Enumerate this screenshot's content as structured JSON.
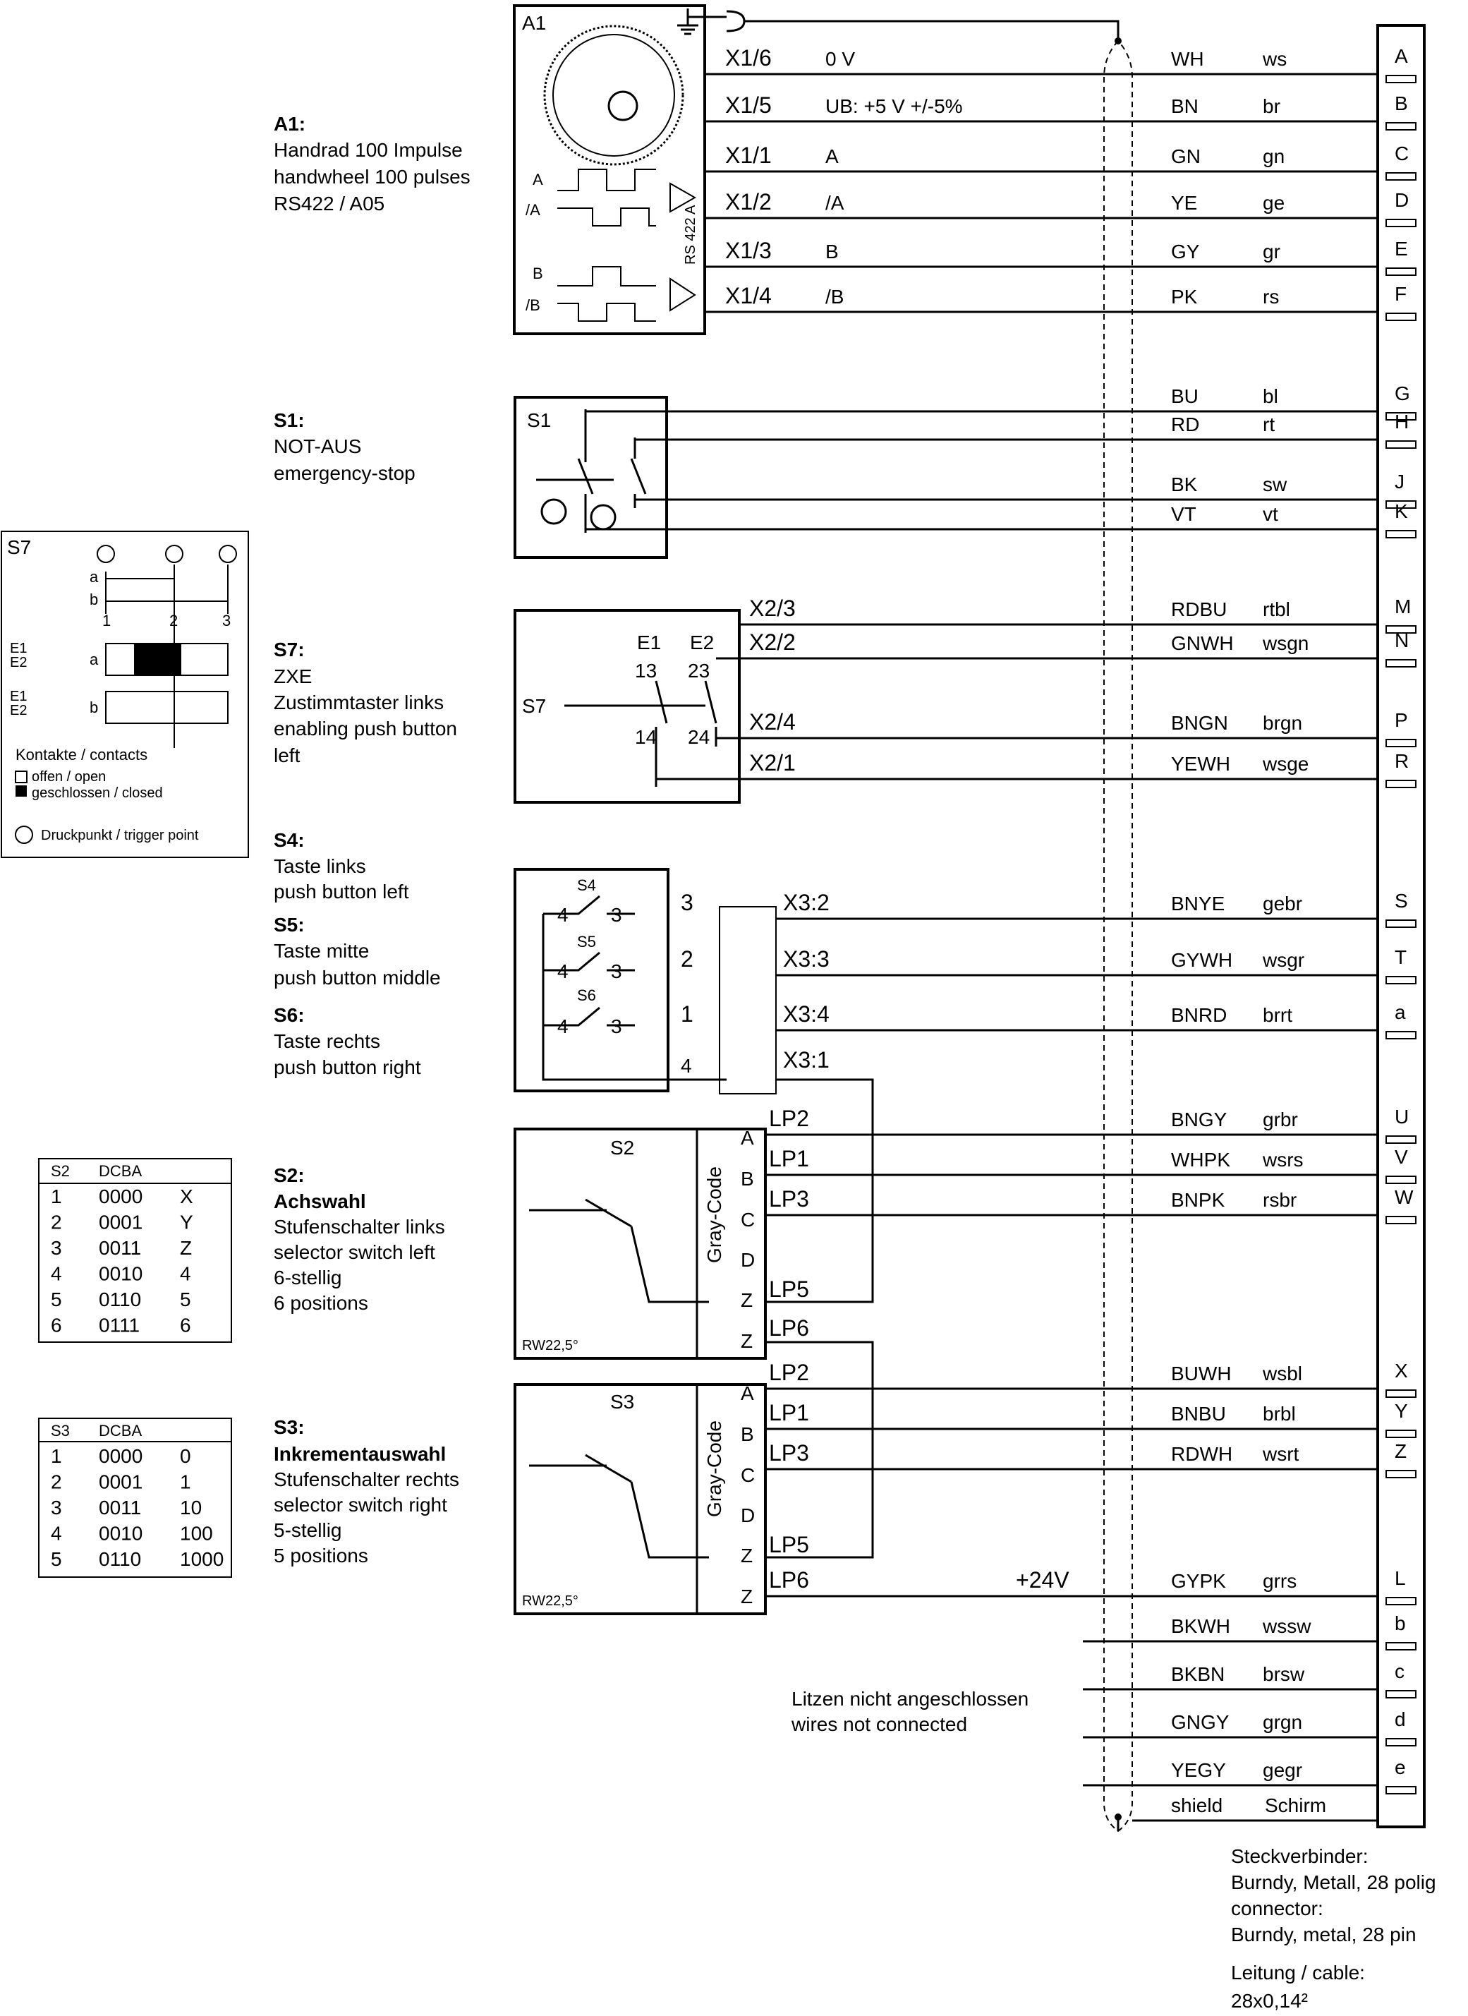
{
  "a1": {
    "title": "A1:",
    "line1": "Handrad 100 Impulse",
    "line2": "handwheel 100 pulses",
    "line3": "RS422 / A05",
    "box_label": "A1",
    "sig_a": "A",
    "sig_na": "/A",
    "sig_b": "B",
    "sig_nb": "/B",
    "rs422": "RS 422 A"
  },
  "s1": {
    "title": "S1:",
    "line1": "NOT-AUS",
    "line2": "emergency-stop",
    "box_label": "S1"
  },
  "s7": {
    "title": "S7:",
    "line1": "ZXE",
    "line2": "Zustimmtaster links",
    "line3": "enabling push button",
    "line4": "left",
    "box_label": "S7",
    "e1": "E1",
    "e2": "E2",
    "t13": "13",
    "t23": "23",
    "t14": "14",
    "t24": "24"
  },
  "s7_legend": {
    "title": "S7",
    "a": "a",
    "b": "b",
    "p1": "1",
    "p2": "2",
    "p3": "3",
    "e1": "E1",
    "e2": "E2",
    "contacts": "Kontakte / contacts",
    "open": "offen / open",
    "closed": "geschlossen / closed",
    "trigger": "Druckpunkt / trigger point"
  },
  "s4": {
    "title": "S4:",
    "line1": "Taste links",
    "line2": "push button left",
    "tag": "S4"
  },
  "s5": {
    "title": "S5:",
    "line1": "Taste mitte",
    "line2": "push button middle",
    "tag": "S5"
  },
  "s6": {
    "title": "S6:",
    "line1": "Taste rechts",
    "line2": "push button right",
    "tag": "S6"
  },
  "s2": {
    "title": "S2:",
    "line1": "Achswahl",
    "line2": "Stufenschalter links",
    "line3": "selector switch left",
    "line4": "6-stellig",
    "line5": "6 positions",
    "box_label": "S2",
    "rw": "RW22,5°",
    "gray": "Gray-Code",
    "table_head": [
      "S2",
      "DCBA",
      ""
    ],
    "table_rows": [
      [
        "1",
        "0000",
        "X"
      ],
      [
        "2",
        "0001",
        "Y"
      ],
      [
        "3",
        "0011",
        "Z"
      ],
      [
        "4",
        "0010",
        "4"
      ],
      [
        "5",
        "0110",
        "5"
      ],
      [
        "6",
        "0111",
        "6"
      ]
    ]
  },
  "s3": {
    "title": "S3:",
    "line1": "Inkrementauswahl",
    "line2": "Stufenschalter rechts",
    "line3": "selector switch right",
    "line4": "5-stellig",
    "line5": "5 positions",
    "box_label": "S3",
    "rw": "RW22,5°",
    "gray": "Gray-Code",
    "table_head": [
      "S3",
      "DCBA",
      ""
    ],
    "table_rows": [
      [
        "1",
        "0000",
        "0"
      ],
      [
        "2",
        "0001",
        "1"
      ],
      [
        "3",
        "0011",
        "10"
      ],
      [
        "4",
        "0010",
        "100"
      ],
      [
        "5",
        "0110",
        "1000"
      ]
    ]
  },
  "wires": [
    {
      "term": "X1/6",
      "sig": "0 V",
      "code": "WH",
      "de": "ws",
      "pin": "A"
    },
    {
      "term": "X1/5",
      "sig": "UB:  +5 V +/-5%",
      "code": "BN",
      "de": "br",
      "pin": "B"
    },
    {
      "term": "X1/1",
      "sig": "A",
      "code": "GN",
      "de": "gn",
      "pin": "C"
    },
    {
      "term": "X1/2",
      "sig": "/A",
      "code": "YE",
      "de": "ge",
      "pin": "D"
    },
    {
      "term": "X1/3",
      "sig": "B",
      "code": "GY",
      "de": "gr",
      "pin": "E"
    },
    {
      "term": "X1/4",
      "sig": "/B",
      "code": "PK",
      "de": "rs",
      "pin": "F"
    },
    {
      "term": "",
      "sig": "",
      "code": "BU",
      "de": "bl",
      "pin": "G"
    },
    {
      "term": "",
      "sig": "",
      "code": "RD",
      "de": "rt",
      "pin": "H"
    },
    {
      "term": "",
      "sig": "",
      "code": "BK",
      "de": "sw",
      "pin": "J"
    },
    {
      "term": "",
      "sig": "",
      "code": "VT",
      "de": "vt",
      "pin": "K"
    },
    {
      "term": "X2/3",
      "sig": "",
      "code": "RDBU",
      "de": "rtbl",
      "pin": "M"
    },
    {
      "term": "X2/2",
      "sig": "",
      "code": "GNWH",
      "de": "wsgn",
      "pin": "N"
    },
    {
      "term": "X2/4",
      "sig": "",
      "code": "BNGN",
      "de": "brgn",
      "pin": "P"
    },
    {
      "term": "X2/1",
      "sig": "",
      "code": "YEWH",
      "de": "wsge",
      "pin": "R"
    },
    {
      "term": "X3:2",
      "sig": "3",
      "code": "BNYE",
      "de": "gebr",
      "pin": "S"
    },
    {
      "term": "X3:3",
      "sig": "2",
      "code": "GYWH",
      "de": "wsgr",
      "pin": "T"
    },
    {
      "term": "X3:4",
      "sig": "1",
      "code": "BNRD",
      "de": "brrt",
      "pin": "a"
    },
    {
      "term": "LP2",
      "sig": "",
      "code": "BNGY",
      "de": "grbr",
      "pin": "U"
    },
    {
      "term": "LP1",
      "sig": "",
      "code": "WHPK",
      "de": "wsrs",
      "pin": "V"
    },
    {
      "term": "LP3",
      "sig": "",
      "code": "BNPK",
      "de": "rsbr",
      "pin": "W"
    },
    {
      "term": "LP2",
      "sig": "",
      "code": "BUWH",
      "de": "wsbl",
      "pin": "X"
    },
    {
      "term": "LP1",
      "sig": "",
      "code": "BNBU",
      "de": "brbl",
      "pin": "Y"
    },
    {
      "term": "LP3",
      "sig": "",
      "code": "RDWH",
      "de": "wsrt",
      "pin": "Z"
    },
    {
      "term": "LP6",
      "sig": "+24V",
      "code": "GYPK",
      "de": "grrs",
      "pin": "L"
    },
    {
      "term": "",
      "sig": "",
      "code": "BKWH",
      "de": "wssw",
      "pin": "b"
    },
    {
      "term": "",
      "sig": "",
      "code": "BKBN",
      "de": "brsw",
      "pin": "c"
    },
    {
      "term": "",
      "sig": "",
      "code": "GNGY",
      "de": "grgn",
      "pin": "d"
    },
    {
      "term": "",
      "sig": "",
      "code": "YEGY",
      "de": "gegr",
      "pin": "e"
    },
    {
      "term": "",
      "sig": "",
      "code": "shield",
      "de": "Schirm",
      "pin": ""
    }
  ],
  "extra_terms": {
    "x31": "X3:1",
    "x31_num": "4",
    "lp5": "LP5",
    "lp6": "LP6",
    "lp5b": "LP5"
  },
  "gray_pins": [
    "A",
    "B",
    "C",
    "D",
    "Z",
    "Z"
  ],
  "not_connected": {
    "line1": "Litzen nicht angeschlossen",
    "line2": "wires not connected"
  },
  "footer": {
    "l1": "Steckverbinder:",
    "l2": "Burndy, Metall, 28 polig",
    "l3": "connector:",
    "l4": "Burndy, metal, 28 pin",
    "l5": "Leitung / cable:",
    "l6": "28x0,14²"
  }
}
